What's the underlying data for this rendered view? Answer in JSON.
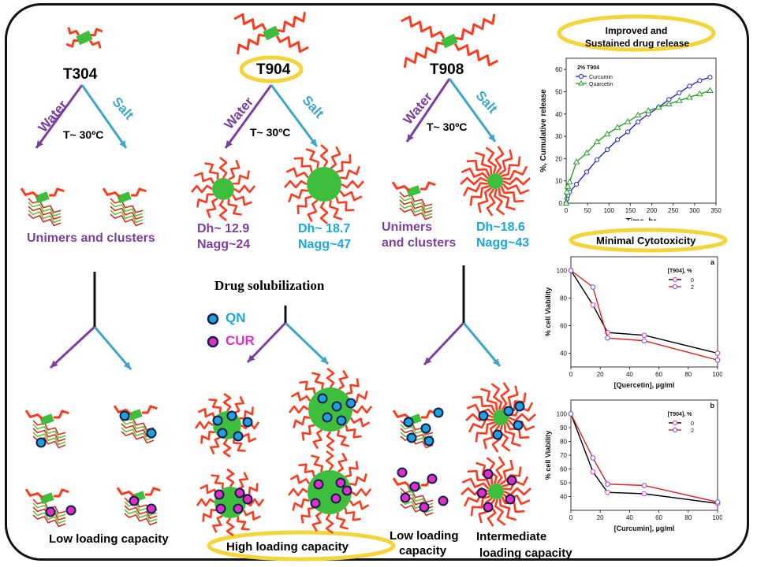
{
  "polymers": {
    "t304": "T304",
    "t904": "T904",
    "t908": "T908"
  },
  "temp_label": "T~ 30ºC",
  "branch": {
    "water": "Water",
    "salt": "Salt"
  },
  "t304_result": "Unimers and clusters",
  "t904_water": {
    "dh": "Dh~ 12.9",
    "nagg": "Nagg~24"
  },
  "t904_salt": {
    "dh": "Dh~ 18.7",
    "nagg": "Nagg~47"
  },
  "t908_water": "Unimers\nand clusters",
  "t908_water_l1": "Unimers",
  "t908_water_l2": "and clusters",
  "t908_salt": {
    "dh": "Dh~18.6",
    "nagg": "Nagg~43"
  },
  "drug_title": "Drug  solubilization",
  "drug_legend": {
    "qn": "QN",
    "cur": "CUR"
  },
  "colors": {
    "purple": "#7b3fa0",
    "cyan": "#3ea6c8",
    "qn": "#1fa0e0",
    "cur": "#e02fc8",
    "core": "#3dbf3d",
    "corona": "#ff3b1f",
    "highlight": "#f5d43a"
  },
  "captions": {
    "low_left": "Low loading capacity",
    "high": "High loading capacity",
    "low_right_l1": "Low loading",
    "low_right_l2": "capacity",
    "inter_l1": "Intermediate",
    "inter_l2": "loading capacity"
  },
  "panel_titles": {
    "release_l1": "Improved and",
    "release_l2": "Sustained drug release",
    "cyto": "Minimal  Cytotoxicity"
  },
  "chart_data": [
    {
      "type": "line",
      "title": "2% T904",
      "xlabel": "Time, hr",
      "ylabel": "%, Cumulative release",
      "xlim": [
        0,
        350
      ],
      "ylim": [
        0,
        65
      ],
      "xticks": [
        0,
        50,
        100,
        150,
        200,
        250,
        300,
        350
      ],
      "yticks": [
        0,
        10,
        20,
        30,
        40,
        50,
        60
      ],
      "legend_position": "top-left",
      "series": [
        {
          "name": "Curcumin",
          "color": "#2a2ad0",
          "marker": "circle",
          "x": [
            0,
            2,
            4,
            8,
            24,
            48,
            72,
            96,
            120,
            144,
            168,
            192,
            216,
            240,
            264,
            288,
            312,
            336
          ],
          "y": [
            0,
            2,
            3.5,
            5,
            8.5,
            14,
            19.5,
            24,
            28.5,
            32,
            36.5,
            40,
            43,
            46.5,
            49.5,
            52.5,
            55,
            56.5
          ]
        },
        {
          "name": "Quarcetin",
          "color": "#2aa02a",
          "marker": "triangle",
          "x": [
            0,
            2,
            4,
            8,
            24,
            48,
            72,
            96,
            120,
            144,
            168,
            192,
            216,
            240,
            264,
            288,
            312,
            336
          ],
          "y": [
            0,
            5,
            7.5,
            9.5,
            18.5,
            22.5,
            27.5,
            31,
            34,
            36.5,
            39.5,
            41.5,
            43,
            44.5,
            46,
            47.5,
            49,
            50.5
          ]
        }
      ]
    },
    {
      "type": "line",
      "panel": "a",
      "xlabel": "[Quercetin], µg/ml",
      "ylabel": "% cell Viability",
      "xlim": [
        0,
        100
      ],
      "ylim": [
        30,
        110
      ],
      "xticks": [
        0,
        20,
        40,
        60,
        80,
        100
      ],
      "yticks": [
        40,
        60,
        80,
        100
      ],
      "legend_title": "[T904], %",
      "legend_position": "top-right",
      "series": [
        {
          "name": "0",
          "color": "#000000",
          "x": [
            0,
            15,
            25,
            50,
            100
          ],
          "y": [
            100,
            75,
            55,
            53,
            40
          ]
        },
        {
          "name": "2",
          "color": "#e02020",
          "x": [
            0,
            15,
            25,
            50,
            100
          ],
          "y": [
            100,
            88,
            51,
            49,
            35
          ]
        }
      ]
    },
    {
      "type": "line",
      "panel": "b",
      "xlabel": "[Curcumin], µg/ml",
      "ylabel": "% cell Viability",
      "xlim": [
        0,
        100
      ],
      "ylim": [
        30,
        110
      ],
      "xticks": [
        0,
        20,
        40,
        60,
        80,
        100
      ],
      "yticks": [
        40,
        50,
        60,
        70,
        80,
        90,
        100
      ],
      "legend_title": "[T904], %",
      "legend_position": "top-right",
      "series": [
        {
          "name": "0",
          "color": "#000000",
          "x": [
            0,
            15,
            25,
            50,
            100
          ],
          "y": [
            100,
            58,
            43,
            42,
            35
          ]
        },
        {
          "name": "2",
          "color": "#e02020",
          "x": [
            0,
            15,
            25,
            50,
            100
          ],
          "y": [
            100,
            68,
            49,
            48,
            36
          ]
        }
      ]
    }
  ]
}
